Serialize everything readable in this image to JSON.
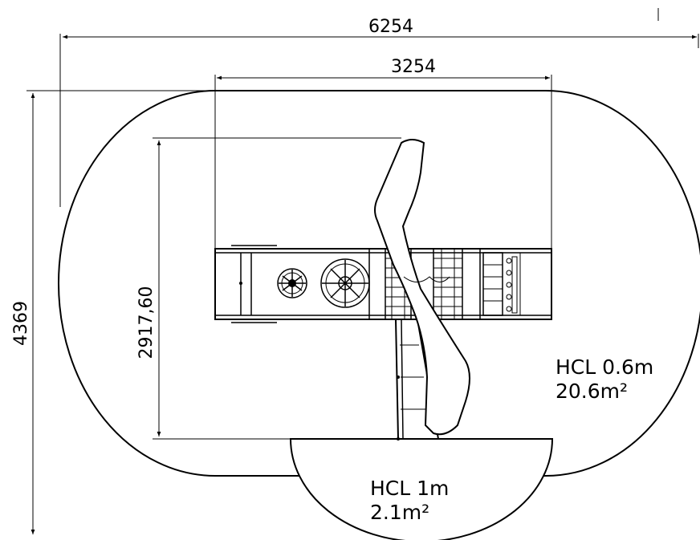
{
  "dimensions": {
    "overall_width": "6254",
    "equipment_width": "3254",
    "overall_height": "4369",
    "equipment_depth": "2917,60"
  },
  "zones": {
    "main": {
      "hcl": "HCL 0.6m",
      "area": "20.6m²"
    },
    "slide": {
      "hcl": "HCL 1m",
      "area": "2.1m²"
    }
  }
}
